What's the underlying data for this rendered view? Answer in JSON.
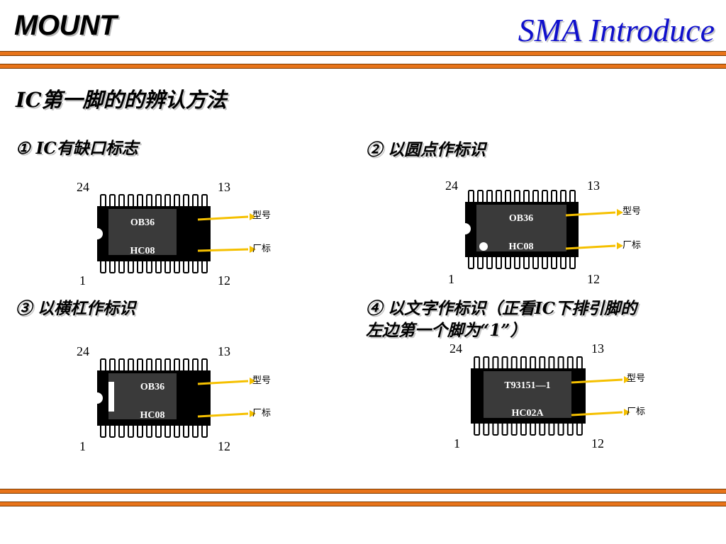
{
  "header": {
    "left_title": "MOUNT",
    "right_title": "SMA Introduce"
  },
  "colors": {
    "rule_orange": "#e8741a",
    "brand_blue": "#1010cc",
    "arrow_yellow": "#f5c000",
    "chip_body": "#000000",
    "chip_face": "#3a3a3a"
  },
  "section_title": "IC第一脚的的辨认方法",
  "items": [
    {
      "heading": "①  IC有缺口标志",
      "pins": {
        "top_left": "24",
        "top_right": "13",
        "bottom_left": "1",
        "bottom_right": "12"
      },
      "chip_lines": [
        "OB36",
        "HC08"
      ],
      "callouts": [
        "型号",
        "厂标"
      ]
    },
    {
      "heading": "②  以圆点作标识",
      "pins": {
        "top_left": "24",
        "top_right": "13",
        "bottom_left": "1",
        "bottom_right": "12"
      },
      "chip_lines": [
        "OB36",
        "HC08"
      ],
      "callouts": [
        "型号",
        "厂标"
      ]
    },
    {
      "heading": "③  以横杠作标识",
      "pins": {
        "top_left": "24",
        "top_right": "13",
        "bottom_left": "1",
        "bottom_right": "12"
      },
      "chip_lines": [
        "OB36",
        "HC08"
      ],
      "callouts": [
        "型号",
        "厂标"
      ]
    },
    {
      "heading_line1": "④  以文字作标识（正看IC下排引脚的",
      "heading_line2": "左边第一个脚为“1”）",
      "pins": {
        "top_left": "24",
        "top_right": "13",
        "bottom_left": "1",
        "bottom_right": "12"
      },
      "chip_lines": [
        "T93151—1",
        "HC02A"
      ],
      "callouts": [
        "型号",
        "厂标"
      ]
    }
  ]
}
